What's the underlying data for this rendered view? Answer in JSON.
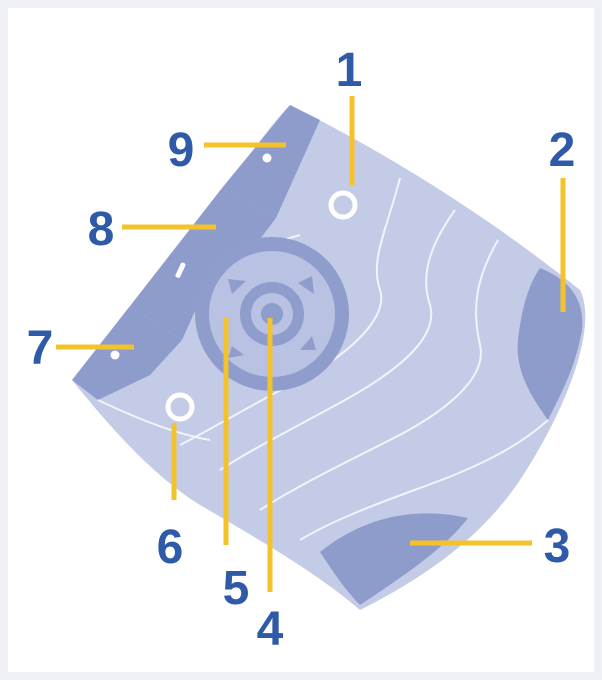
{
  "colors": {
    "keypad_body": "#c4cbe6",
    "key_dark": "#8e9ccc",
    "key_light": "#cfd5ee",
    "navi_outer": "#8f9dcd",
    "navi_inner": "#b9c2e3",
    "divider_lines": "#f2f4fb",
    "callout_line": "#f4c22a",
    "callout_number": "#2f5aa8",
    "frame": "#eef0f6"
  },
  "callouts": [
    {
      "id": "1",
      "label": "1",
      "target": "call-key-top"
    },
    {
      "id": "2",
      "label": "2",
      "target": "right-soft-key"
    },
    {
      "id": "3",
      "label": "3",
      "target": "bottom-key"
    },
    {
      "id": "4",
      "label": "4",
      "target": "navi-center-button"
    },
    {
      "id": "5",
      "label": "5",
      "target": "navi-ring"
    },
    {
      "id": "6",
      "label": "6",
      "target": "call-key-bottom"
    },
    {
      "id": "7",
      "label": "7",
      "target": "left-lower-key"
    },
    {
      "id": "8",
      "label": "8",
      "target": "left-middle-key"
    },
    {
      "id": "9",
      "label": "9",
      "target": "left-upper-key"
    }
  ]
}
